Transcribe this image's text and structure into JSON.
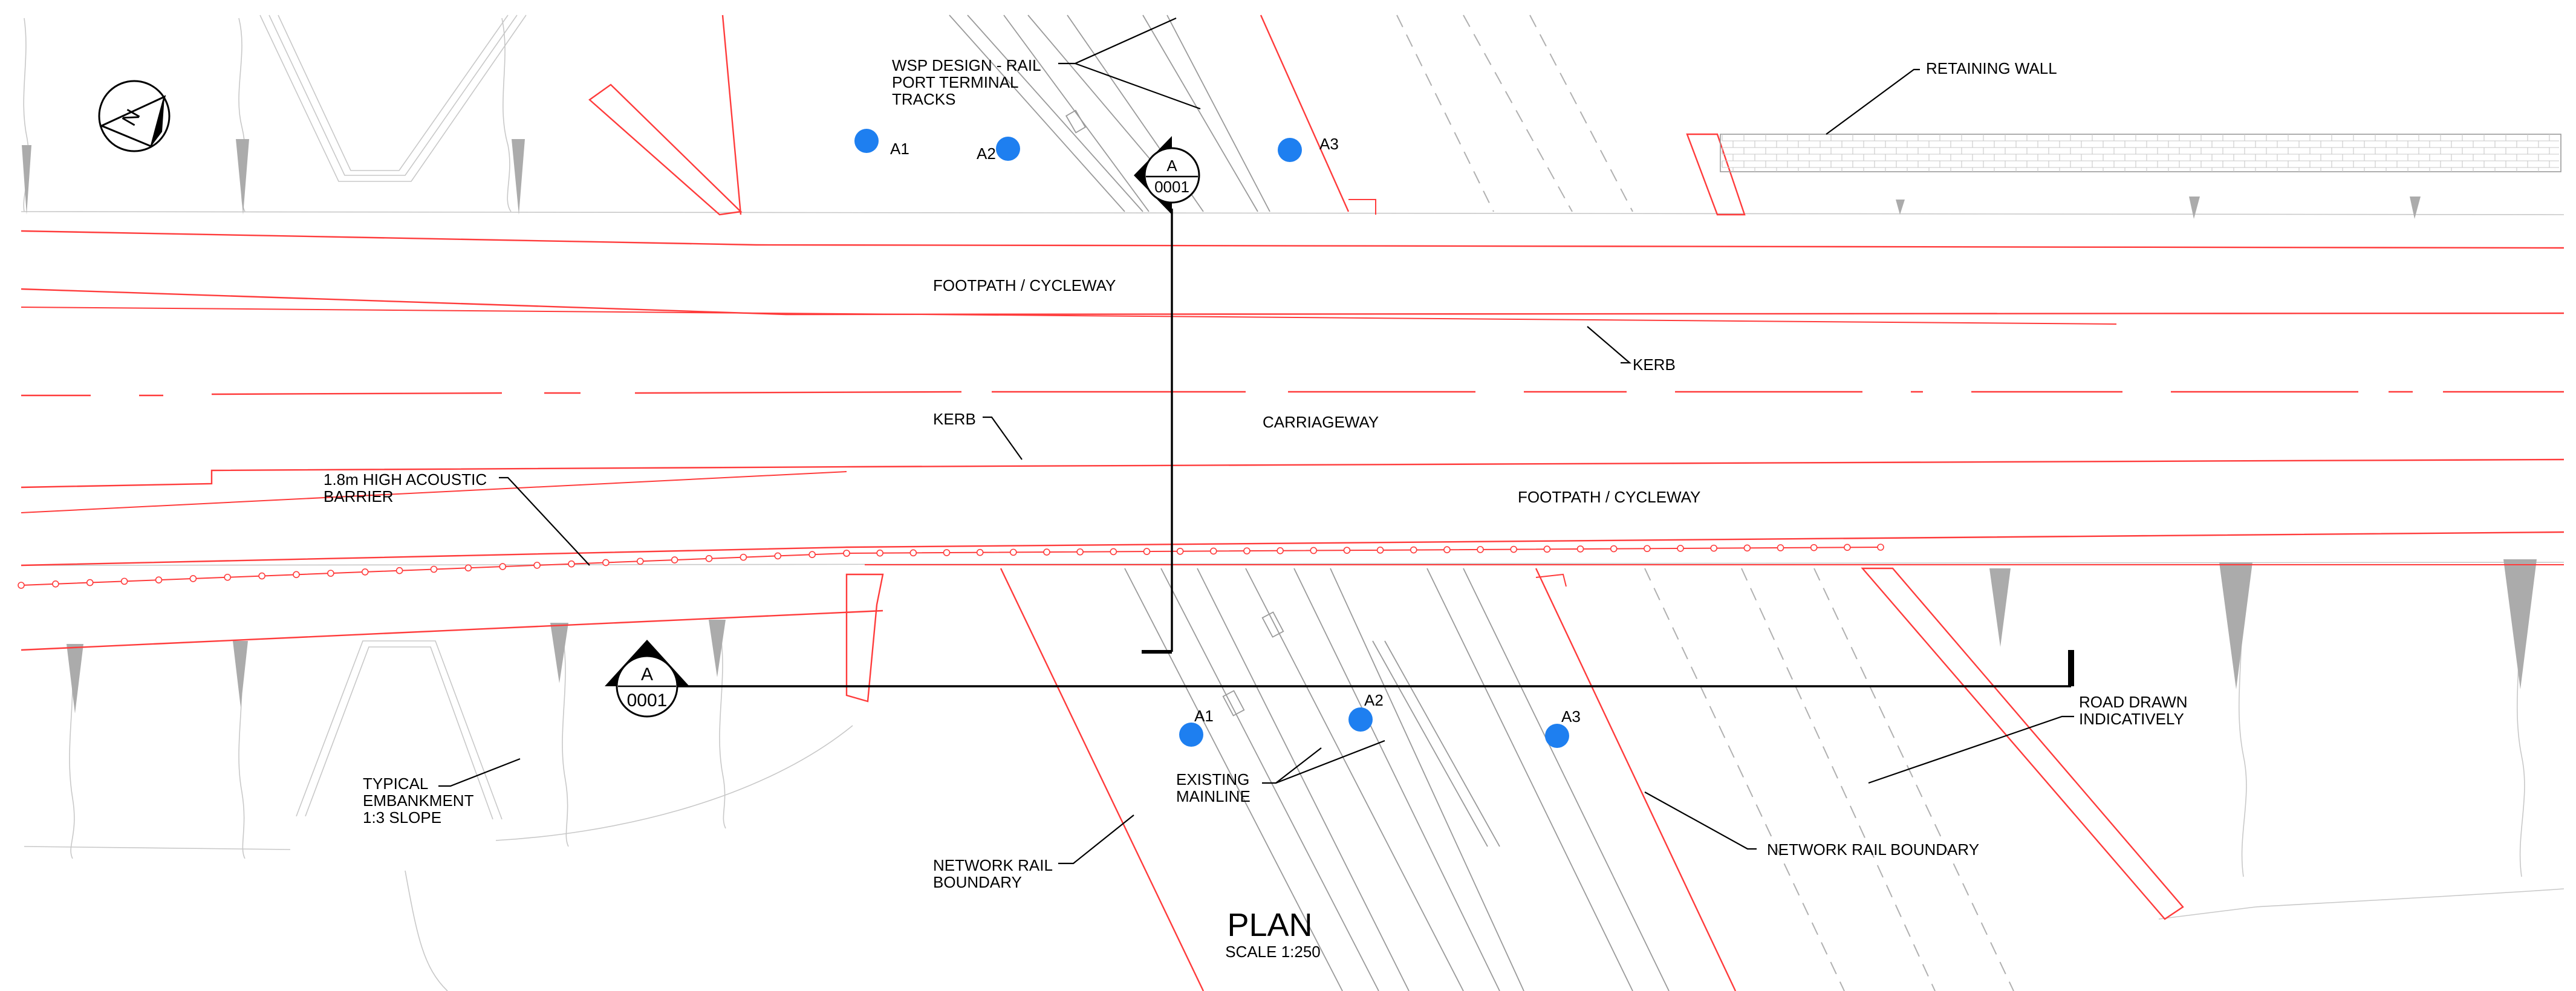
{
  "labels": {
    "wsp_design": [
      "WSP DESIGN - RAIL",
      "PORT TERMINAL",
      "TRACKS"
    ],
    "retaining_wall": "RETAINING WALL",
    "footpath_upper": "FOOTPATH / CYCLEWAY",
    "kerb_upper": "KERB",
    "kerb_lower": "KERB",
    "carriageway": "CARRIAGEWAY",
    "acoustic_barrier": [
      "1.8m HIGH ACOUSTIC",
      "BARRIER"
    ],
    "footpath_lower": "FOOTPATH / CYCLEWAY",
    "typical_embankment": [
      "TYPICAL",
      "EMBANKMENT",
      "1:3 SLOPE"
    ],
    "existing_mainline": [
      "EXISTING",
      "MAINLINE"
    ],
    "network_rail_left": [
      "NETWORK RAIL",
      "BOUNDARY"
    ],
    "network_rail_right": "NETWORK RAIL BOUNDARY",
    "road_drawn": [
      "ROAD DRAWN",
      "INDICATIVELY"
    ],
    "north": "N"
  },
  "points": {
    "top": [
      "A1",
      "A2",
      "A3"
    ],
    "bottom": [
      "A1",
      "A2",
      "A3"
    ]
  },
  "section_markers": {
    "top": {
      "letter": "A",
      "ref": "0001"
    },
    "bottom": {
      "letter": "A",
      "ref": "0001"
    }
  },
  "title": {
    "main": "PLAN",
    "scale": "SCALE 1:250"
  },
  "colors": {
    "boundary": "#ff3b3b",
    "point": "#1e7ff0",
    "existing": "#9a9a9a"
  }
}
